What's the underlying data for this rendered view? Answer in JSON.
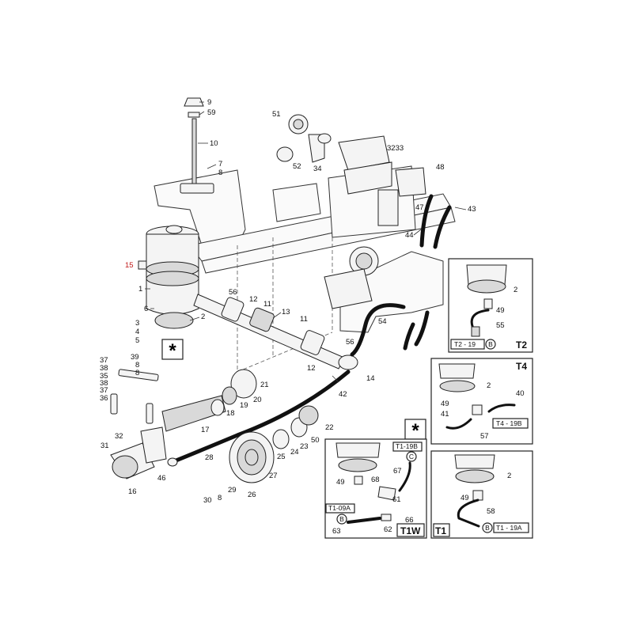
{
  "labels": {
    "p1": "1",
    "p2": "2",
    "p3": "3",
    "p4": "4",
    "p5": "5",
    "p6": "6",
    "p7": "7",
    "p8": "8",
    "p9": "9",
    "p10": "10",
    "p11a": "11",
    "p11b": "11",
    "p12a": "12",
    "p12b": "12",
    "p13": "13",
    "p14": "14",
    "p15": "15",
    "p16": "16",
    "p17": "17",
    "p18": "18",
    "p19": "19",
    "p20": "20",
    "p21": "21",
    "p22": "22",
    "p23": "23",
    "p24": "24",
    "p25": "25",
    "p26": "26",
    "p27": "27",
    "p28": "28",
    "p29": "29",
    "p30": "30",
    "p31": "31",
    "p32": "32",
    "p33": "3233",
    "p34": "34",
    "p35": "35",
    "p36": "36",
    "p37a": "37",
    "p37b": "37",
    "p38a": "38",
    "p38b": "38",
    "p39": "39",
    "p8b": "8",
    "p8c": "8",
    "p40": "40",
    "p41": "41",
    "p42": "42",
    "p43": "43",
    "p44": "44",
    "p46": "46",
    "p47": "47",
    "p48": "48",
    "p49a": "49",
    "p49b": "49",
    "p49c": "49",
    "p49d": "49",
    "p50": "50",
    "p51": "51",
    "p52": "52",
    "p54": "54",
    "p55": "55",
    "p56a": "56",
    "p56b": "56",
    "p57": "57",
    "p58": "58",
    "p59": "59",
    "p61": "61",
    "p62": "62",
    "p63": "63",
    "p66": "66",
    "p67": "67",
    "p68": "68",
    "p2t2": "2",
    "p2t4": "2",
    "p2t1": "2"
  },
  "insets": {
    "t2": {
      "title": "T2",
      "tag": "T2 - 19",
      "circle": "B"
    },
    "t4": {
      "title": "T4",
      "tag": "T4 - 19B"
    },
    "t1w": {
      "title": "T1W",
      "tag_top": "T1-19B",
      "tag_left": "T1-09A",
      "circle_top": "C",
      "circle_left": "B"
    },
    "t1": {
      "title": "T1",
      "tag": "T1 - 19A",
      "circle": "B"
    }
  },
  "symbols": {
    "asterisk_main": "*",
    "asterisk_inset": "*"
  },
  "colors": {
    "highlight_label": "#c01818",
    "line": "#222222"
  }
}
